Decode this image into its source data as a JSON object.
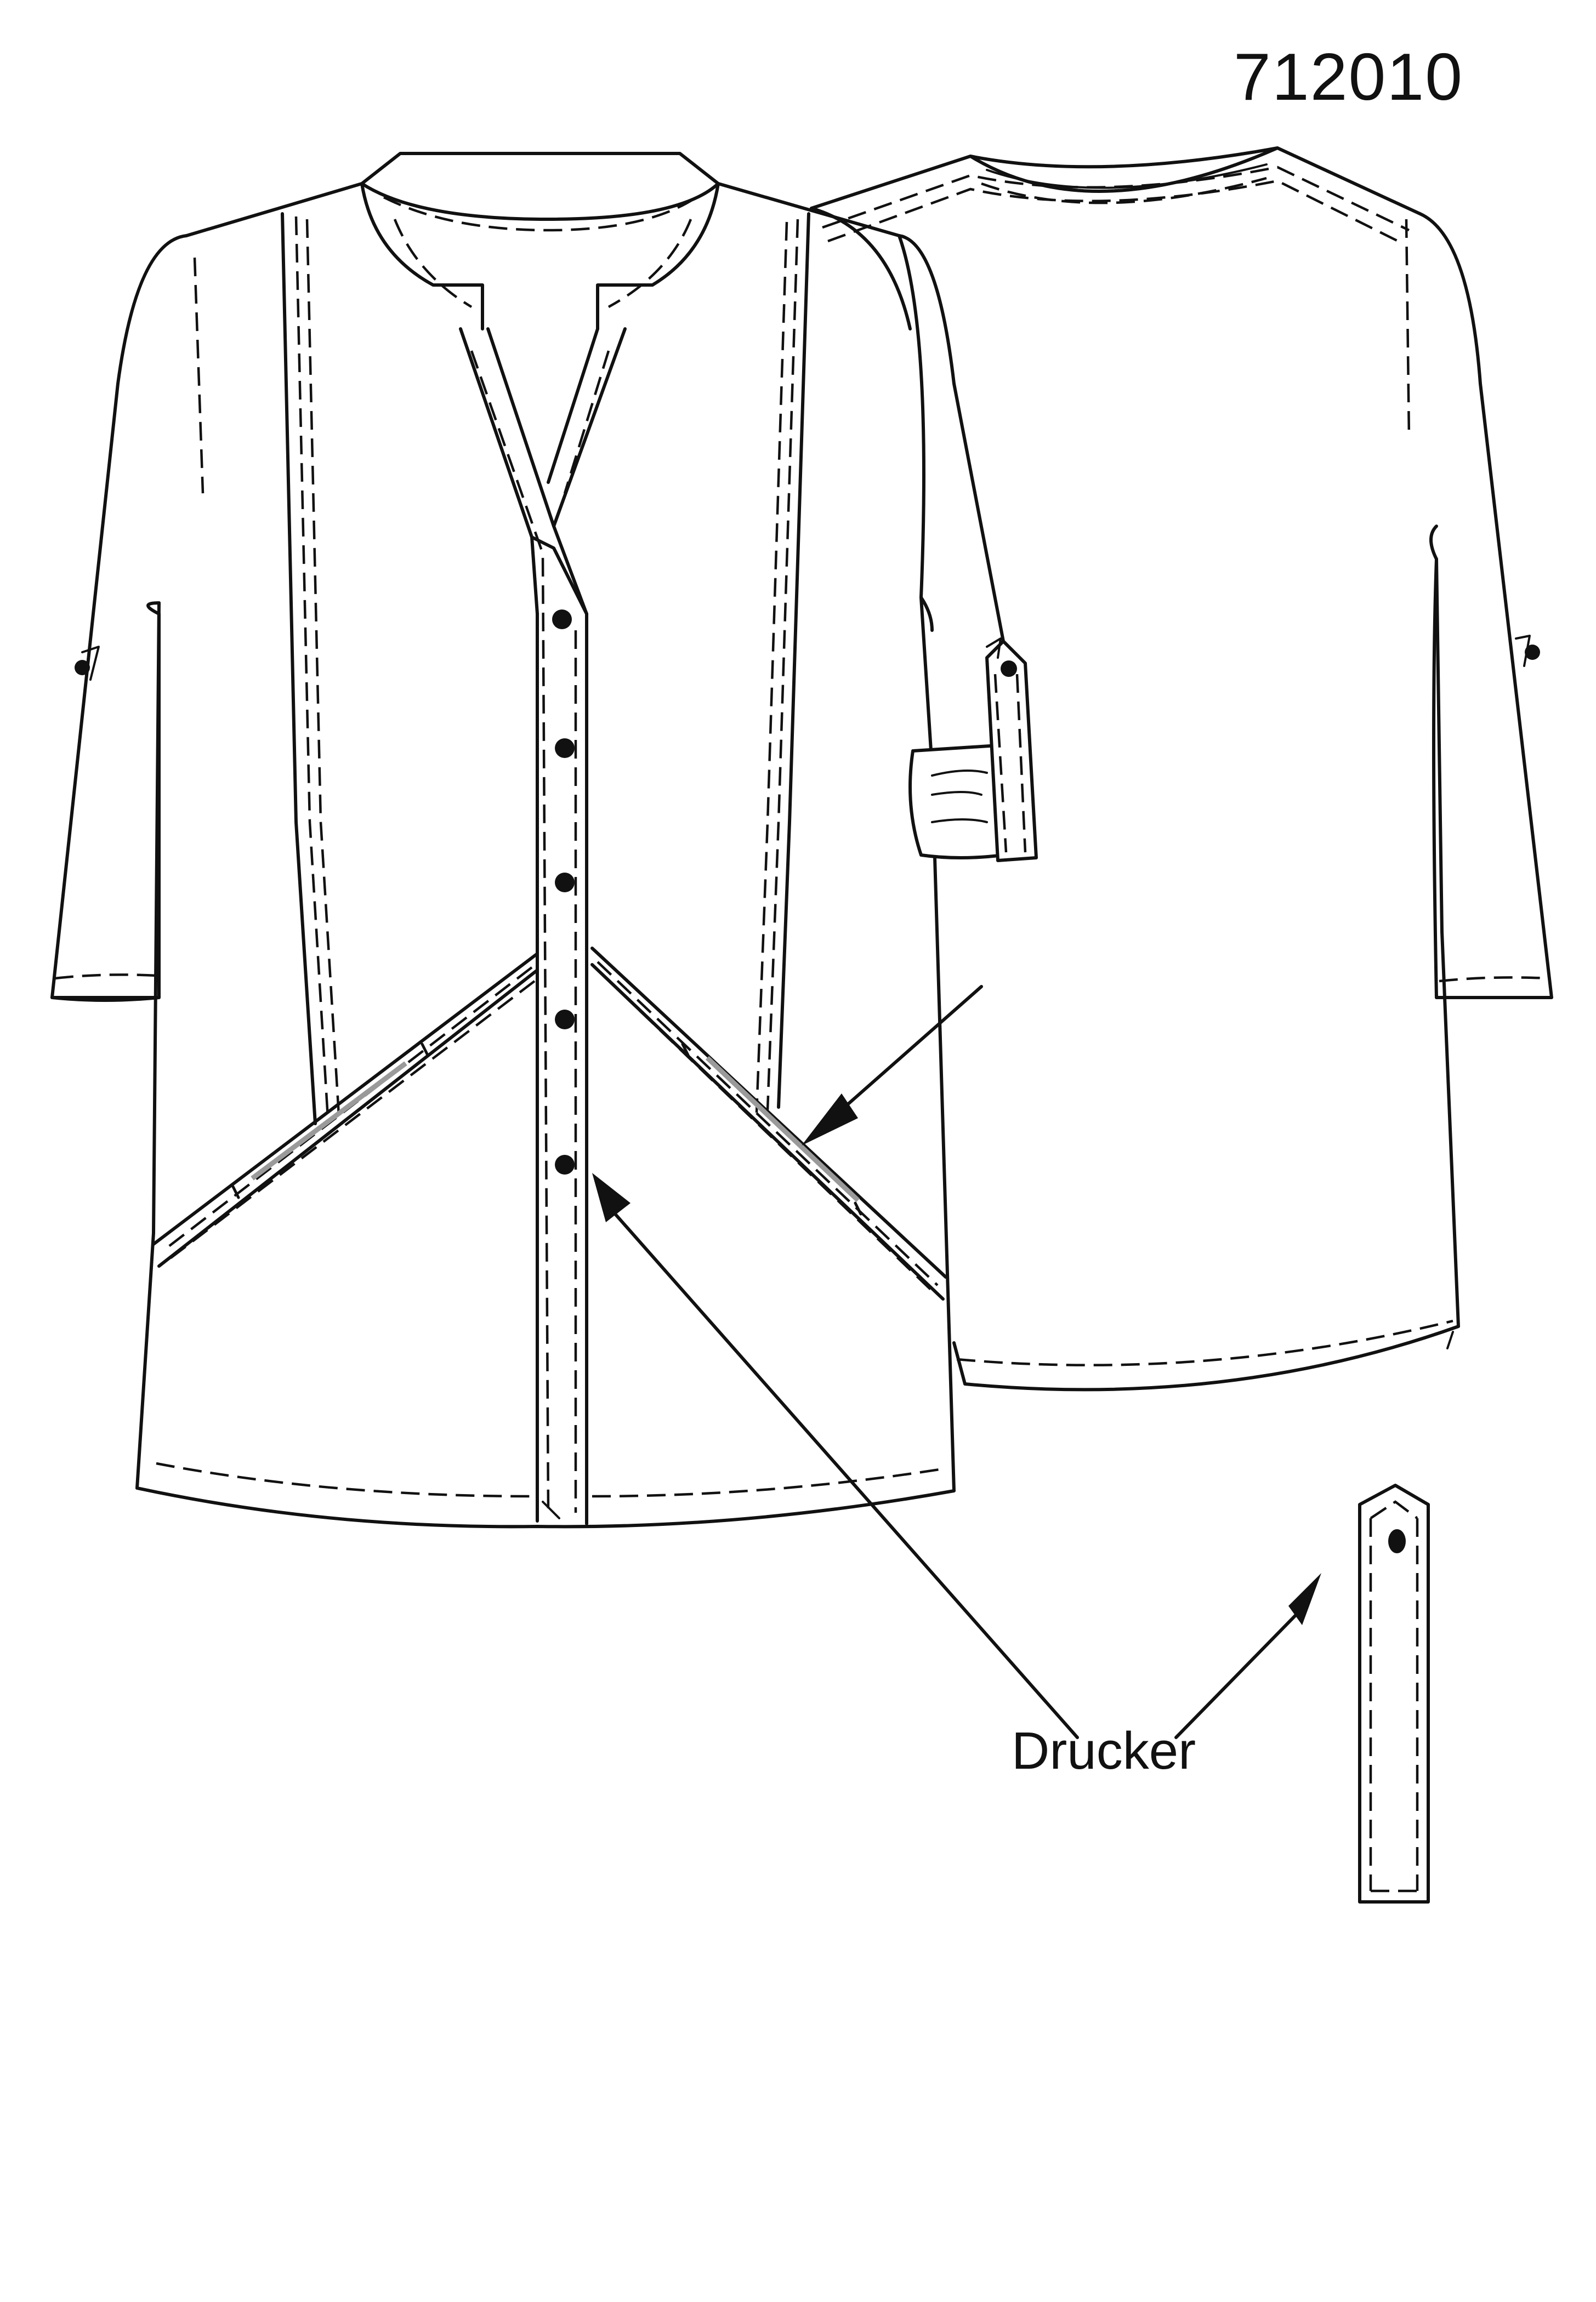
{
  "header": {
    "style_number": "712010"
  },
  "callout": {
    "label": "Drucker"
  },
  "views": [
    "front-view",
    "back-view",
    "placket-detail"
  ]
}
